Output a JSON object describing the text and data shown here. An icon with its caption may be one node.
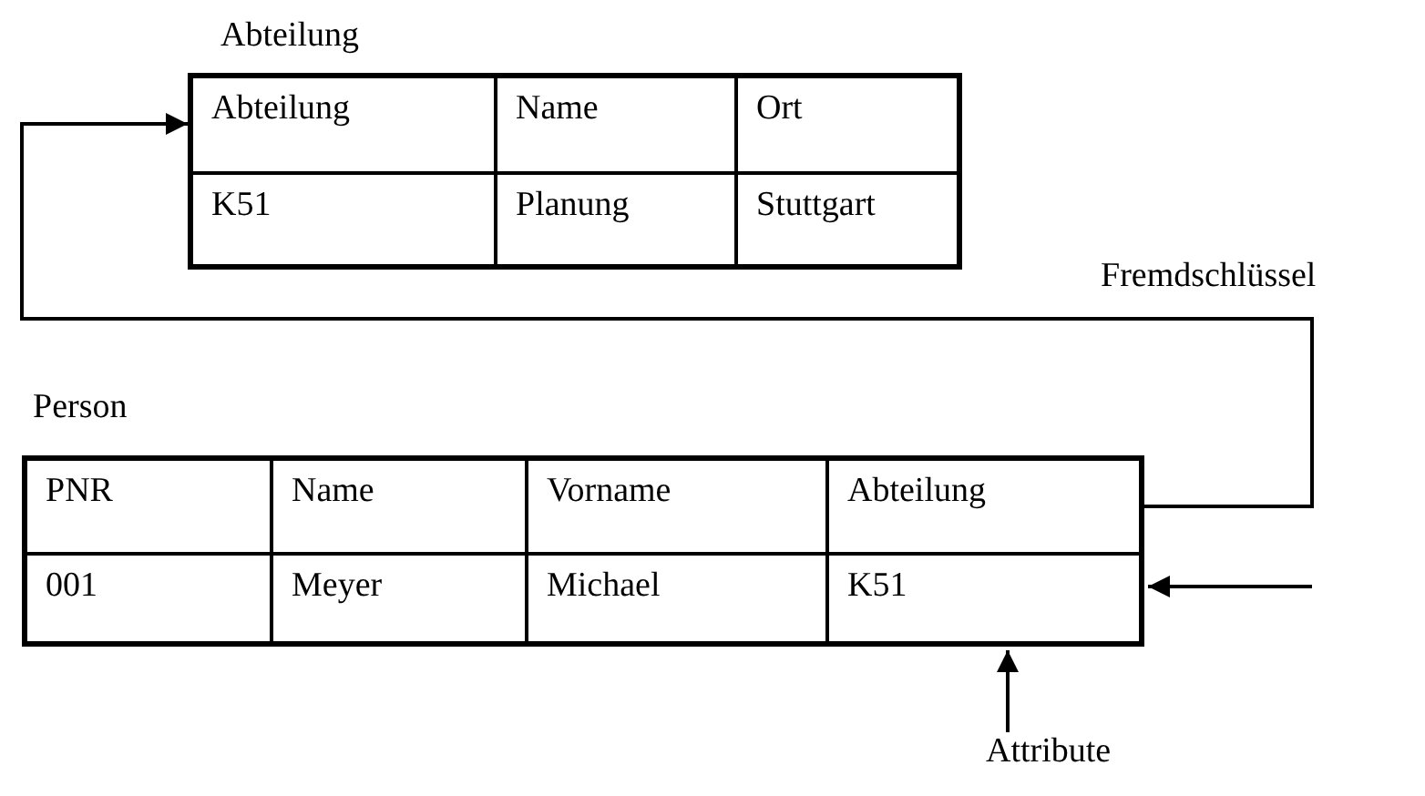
{
  "diagram": {
    "nodes": [
      {
        "text": [
          "Abteilung"
        ]
      },
      {
        "text": [
          "Person"
        ]
      },
      {
        "text": [
          "Attribute"
        ]
      }
    ],
    "edges": [
      {
        "from": 1,
        "to": 0,
        "arrow": "to",
        "label": "Fremdschlüssel"
      },
      {
        "from": null,
        "to": 1,
        "arrow": "to"
      },
      {
        "from": 2,
        "to": 1,
        "arrow": "to"
      }
    ],
    "labels": [
      "Abteilung",
      "Name",
      "Ort",
      "K51",
      "Planung",
      "Stuttgart",
      "PNR",
      "Name",
      "Vorname",
      "Abteilung",
      "001",
      "Meyer",
      "Michael",
      "K51"
    ]
  }
}
